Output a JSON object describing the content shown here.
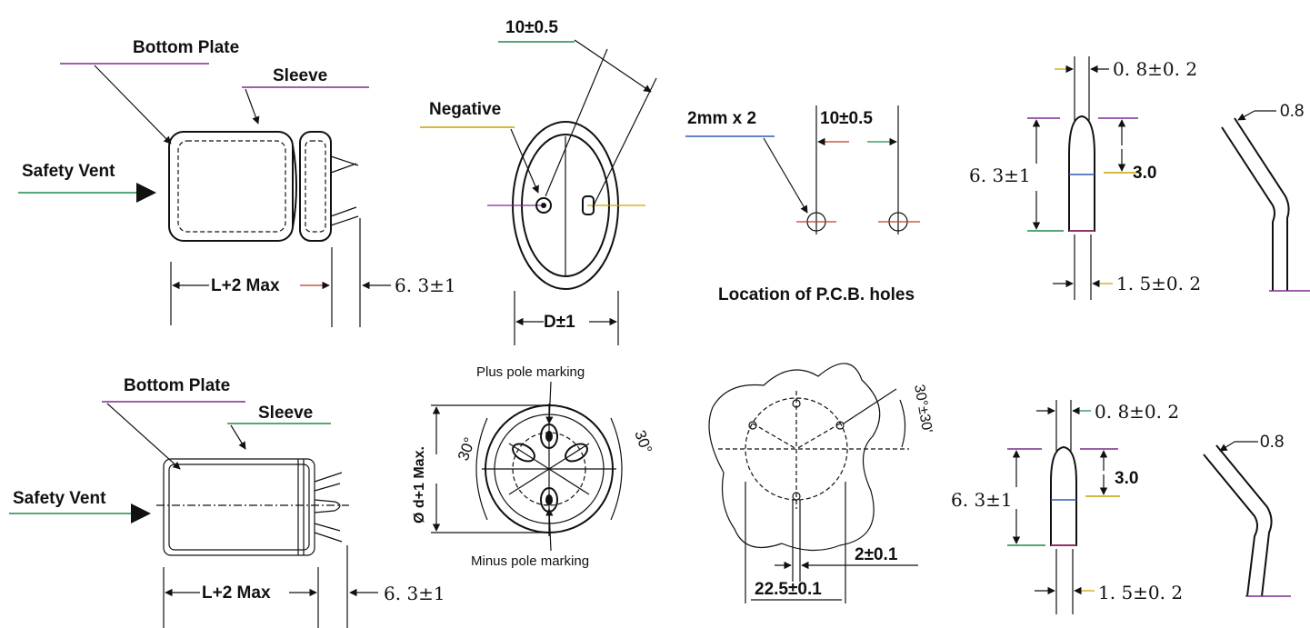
{
  "top_row": {
    "side_view": {
      "bottom_plate": "Bottom Plate",
      "sleeve": "Sleeve",
      "safety_vent": "Safety Vent",
      "length": "L+2 Max",
      "lead_length": "6. 3±1"
    },
    "bottom_view": {
      "pitch": "10±0.5",
      "negative": "Negative",
      "diameter": "D±1"
    },
    "pcb": {
      "holes": "2mm x 2",
      "spacing": "10±0.5",
      "caption": "Location of P.C.B. holes"
    },
    "terminal": {
      "width_top": "0. 8±0. 2",
      "tip": "3.0",
      "height": "6. 3±1",
      "width_bottom": "1. 5±0. 2",
      "bent": "0.8"
    }
  },
  "bottom_row": {
    "side_view": {
      "bottom_plate": "Bottom Plate",
      "sleeve": "Sleeve",
      "safety_vent": "Safety Vent",
      "length": "L+2 Max",
      "lead_length": "6. 3±1"
    },
    "bottom_view": {
      "plus_marking": "Plus pole marking",
      "minus_marking": "Minus pole marking",
      "diameter": "Ø d+1 Max.",
      "angle_left": "30°",
      "angle_right": "30°"
    },
    "pcb": {
      "angle": "30°±30'",
      "hole": "2±0.1",
      "spacing": "22.5±0.1"
    },
    "terminal": {
      "width_top": "0. 8±0. 2",
      "tip": "3.0",
      "height": "6. 3±1",
      "width_bottom": "1. 5±0. 2",
      "bent": "0.8"
    }
  },
  "colors": {
    "line": "#111111",
    "leader_green": "#1f8a4c",
    "leader_purple": "#7b2c8f",
    "leader_red": "#c0392b",
    "leader_blue": "#2a5db0",
    "leader_yellow": "#c9a400"
  }
}
